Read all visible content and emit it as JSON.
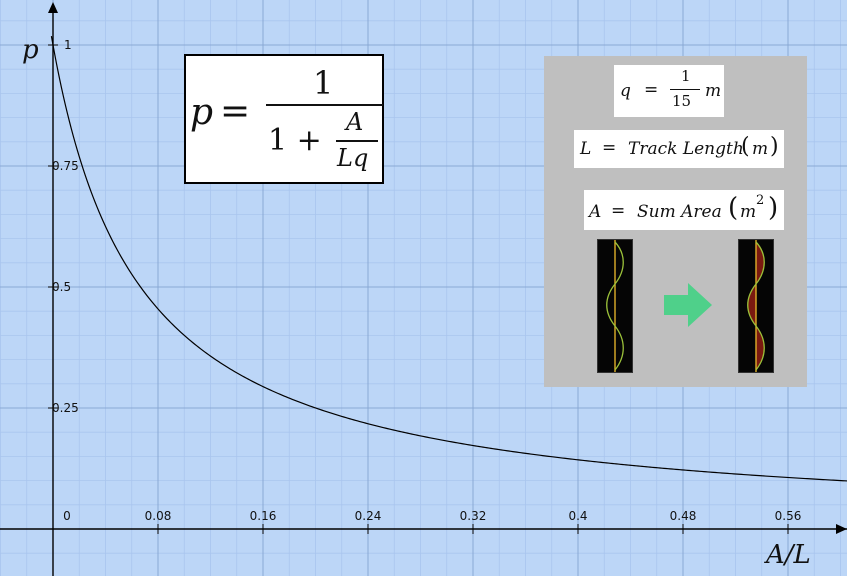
{
  "chart_data": {
    "type": "line",
    "function": "p = 1 / (1 + (A/L)/q)",
    "q": 0.0667,
    "x": [
      0,
      0.01,
      0.02,
      0.04,
      0.06,
      0.08,
      0.1,
      0.12,
      0.16,
      0.2,
      0.24,
      0.28,
      0.32,
      0.36,
      0.4,
      0.44,
      0.48,
      0.52,
      0.56,
      0.6
    ],
    "y": [
      1,
      0.87,
      0.769,
      0.625,
      0.526,
      0.455,
      0.4,
      0.357,
      0.294,
      0.25,
      0.217,
      0.192,
      0.172,
      0.156,
      0.143,
      0.132,
      0.122,
      0.114,
      0.106,
      0.1
    ],
    "xlabel": "A/L",
    "ylabel": "p",
    "xlim": [
      -0.05,
      0.6
    ],
    "ylim": [
      -0.05,
      1.05
    ],
    "xticks": [
      "0",
      "0.08",
      "0.16",
      "0.24",
      "0.32",
      "0.4",
      "0.48",
      "0.56"
    ],
    "yticks": [
      "0.25",
      "0.5",
      "0.75",
      "1"
    ],
    "grid": true,
    "colors": {
      "background": "#bcd6f7",
      "grid_major": "#8aa9d4",
      "grid_minor": "#a9c5ee",
      "curve": "#000000"
    }
  },
  "formula": {
    "lhs": "p",
    "eq": "=",
    "numerator": "1",
    "den_one": "1 +",
    "den_num": "A",
    "den_den": "Lq"
  },
  "legend": {
    "q_def": {
      "var": "q",
      "eq": "=",
      "num": "1",
      "den": "15",
      "unit": "m"
    },
    "l_def": {
      "var": "L",
      "eq": "=",
      "text": "Track Length",
      "unit": "m"
    },
    "a_def": {
      "var": "A",
      "eq": "=",
      "text": "Sum Area",
      "unit": "m",
      "exp": "2"
    },
    "colors": {
      "panel": "#bfbfbf",
      "arrow": "#4fd08a",
      "track_line": "#e0b02a",
      "wave": "#9bc13a",
      "area_fill": "#7a1a10"
    }
  }
}
